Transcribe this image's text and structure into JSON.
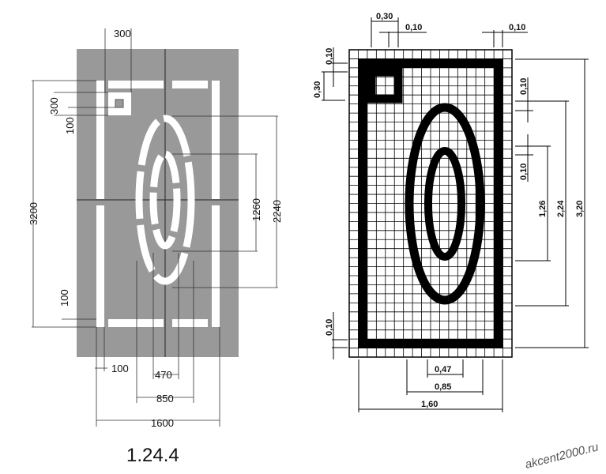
{
  "left_drawing": {
    "caption": "1.24.4",
    "dims": {
      "top_width": "300",
      "square_size": "300",
      "square_gap": "100",
      "total_height": "3200",
      "bottom_gap": "100",
      "inner_oval_height": "1260",
      "outer_oval_height": "2240",
      "side_gap": "100",
      "inner_oval_width": "470",
      "outer_oval_width": "850",
      "total_width": "1600"
    },
    "colors": {
      "panel": "#999999",
      "stripe": "#ffffff"
    }
  },
  "right_drawing": {
    "dims": {
      "square_width": "0,30",
      "square_inner": "0,10",
      "edge_margin_right": "0,10",
      "edge_margin_top": "0,10",
      "square_height": "0,30",
      "outer_oval_gap": "0,10",
      "inner_oval_gap": "0,10",
      "inner_oval_height": "1,26",
      "outer_oval_height": "2,24",
      "total_height": "3,20",
      "bottom_margin": "0,10",
      "inner_oval_width": "0,47",
      "outer_oval_width": "0,85",
      "total_width": "1,60"
    }
  },
  "watermark": "akcent2000.ru"
}
